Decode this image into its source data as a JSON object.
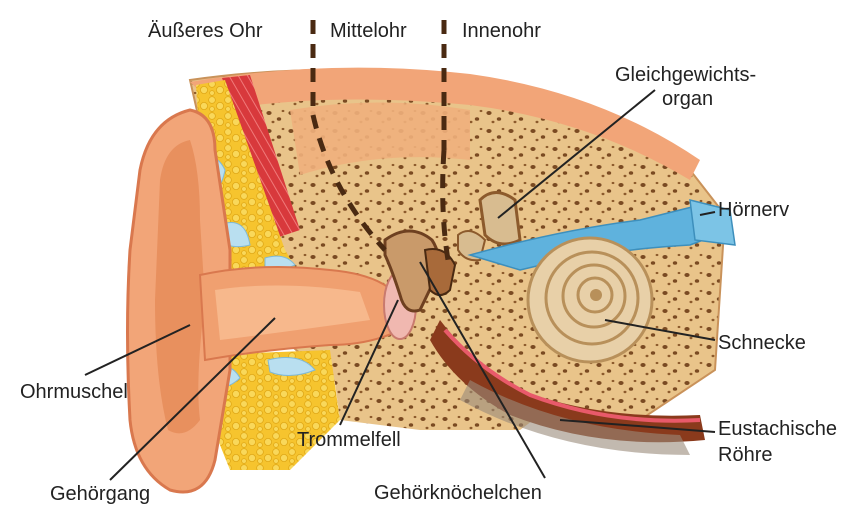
{
  "regions": {
    "outer": "Äußeres Ohr",
    "middle": "Mittelohr",
    "inner": "Innenohr"
  },
  "labels": {
    "vestibular_1": "Gleichgewichts-",
    "vestibular_2": "organ",
    "nerve": "Hörnerv",
    "cochlea": "Schnecke",
    "pinna": "Ohrmuschel",
    "tube_1": "Eustachische",
    "tube_2": "Röhre",
    "eardrum": "Trommelfell",
    "canal": "Gehörgang",
    "ossicles": "Gehörknöchelchen"
  },
  "colors": {
    "skin": "#f2a578",
    "skin_dark": "#d9784e",
    "bone": "#e9c48a",
    "bone_hole": "#7a4a22",
    "fat": "#f6c42e",
    "fluid": "#b9dff0",
    "muscle": "#d8393c",
    "nerve": "#5fb2dd",
    "cochlea": "#e8d0a8",
    "tube": "#8a3a1c",
    "divider": "#4a2a12",
    "leader": "#222222"
  }
}
